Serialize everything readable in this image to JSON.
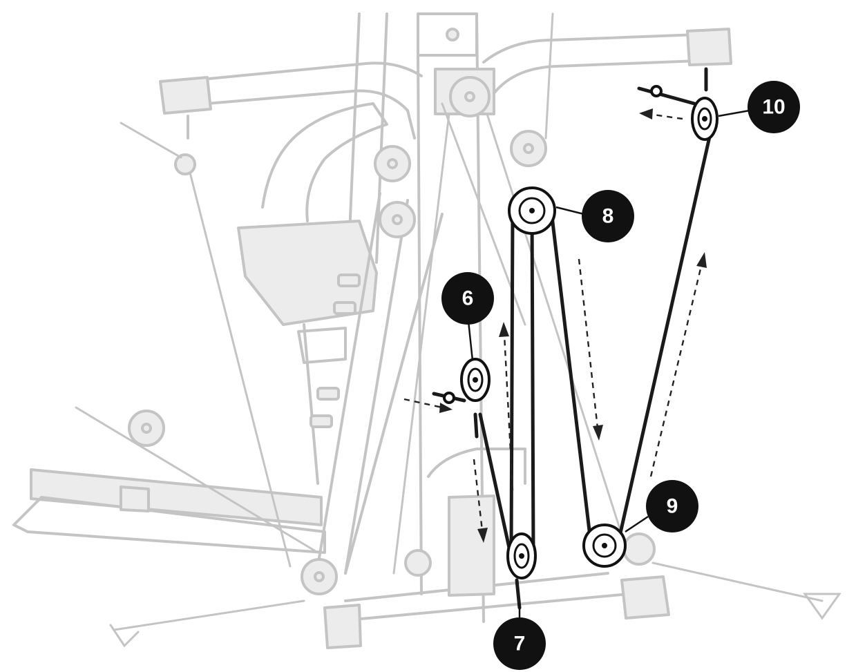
{
  "callouts": [
    {
      "id": "6",
      "label": "6"
    },
    {
      "id": "7",
      "label": "7"
    },
    {
      "id": "8",
      "label": "8"
    },
    {
      "id": "9",
      "label": "9"
    },
    {
      "id": "10",
      "label": "10"
    }
  ],
  "colors": {
    "ghost_frame": "#c4c4c4",
    "highlight_cable": "#1a1a1a",
    "callout_fill": "#111111",
    "callout_text": "#ffffff"
  }
}
